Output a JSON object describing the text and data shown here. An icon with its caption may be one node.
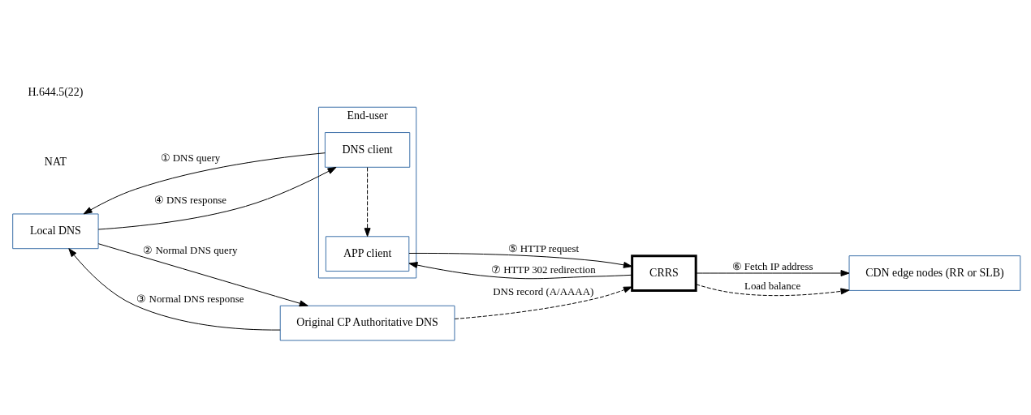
{
  "diagram": {
    "nodes": [
      {
        "text": [
          "End-user"
        ]
      },
      {
        "text": [
          "DNS client"
        ],
        "in": 0
      },
      {
        "text": [
          "APP client"
        ],
        "in": 0
      },
      {
        "text": [
          "Local DNS"
        ]
      },
      {
        "text": [
          "Original CP Authoritative DNS"
        ]
      },
      {
        "text": [
          "CRRS"
        ]
      },
      {
        "text": [
          "CDN edge nodes (RR or SLB)"
        ]
      }
    ],
    "edges": [
      {
        "from": 1,
        "to": 3,
        "arrow": "to",
        "label": "① DNS query"
      },
      {
        "from": 3,
        "to": 1,
        "arrow": "to",
        "label": "④ DNS response"
      },
      {
        "from": 3,
        "to": 4,
        "arrow": "to",
        "label": "② Normal DNS query"
      },
      {
        "from": 4,
        "to": 3,
        "arrow": "to",
        "label": "③ Normal DNS response"
      },
      {
        "from": 1,
        "to": 2,
        "arrow": "to",
        "style": "dashed"
      },
      {
        "from": 2,
        "to": 5,
        "arrow": "to",
        "label": "⑤ HTTP request"
      },
      {
        "from": 5,
        "to": 2,
        "arrow": "to",
        "label": "⑦ HTTP 302 redirection"
      },
      {
        "from": 4,
        "to": 5,
        "arrow": "to",
        "style": "dashed",
        "label": "DNS record (A/AAAA)"
      },
      {
        "from": 5,
        "to": 6,
        "arrow": "to",
        "label": "⑥ Fetch IP address"
      },
      {
        "from": 5,
        "to": 6,
        "arrow": "to",
        "style": "dashed",
        "label": "Load balance"
      }
    ],
    "labels": [
      "NAT",
      "H.644.5(22)"
    ]
  }
}
